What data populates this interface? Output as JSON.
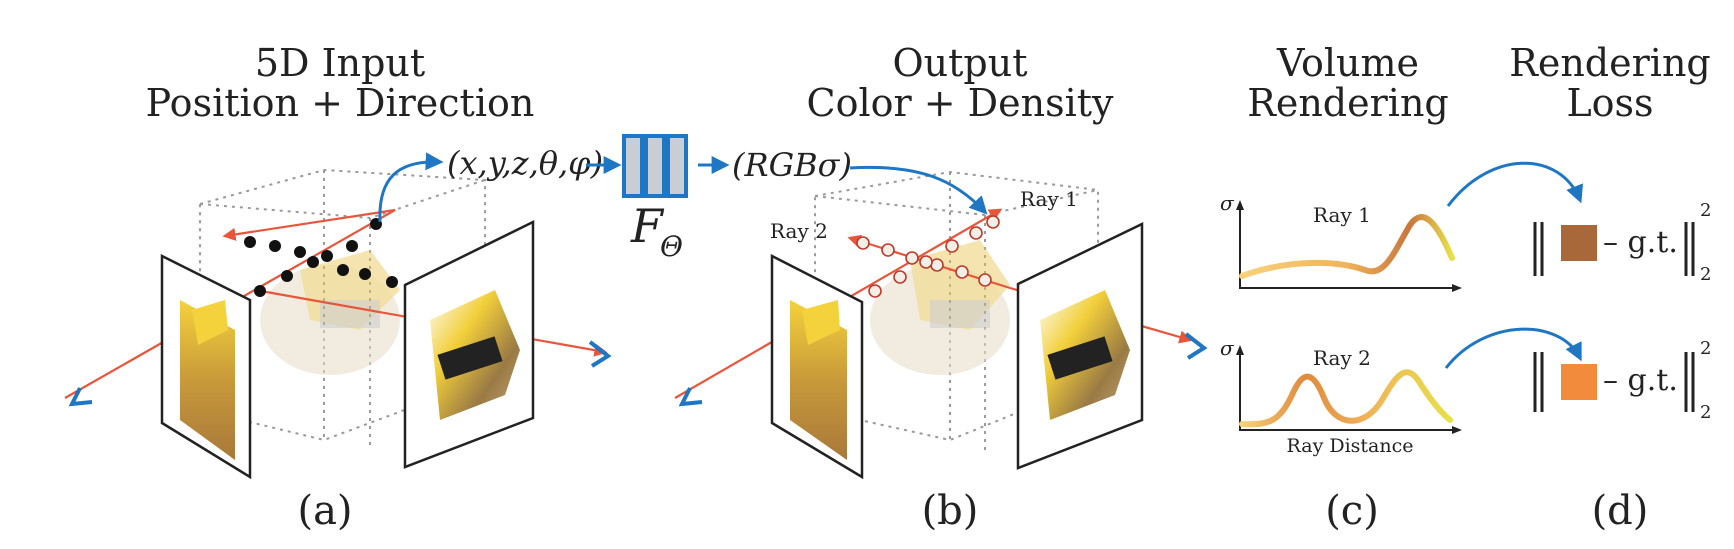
{
  "panels": {
    "a": {
      "title_line1": "5D Input",
      "title_line2": "Position + Direction",
      "caption": "(a)",
      "input_tuple": "(x,y,z,θ,φ)"
    },
    "network": {
      "label": "F",
      "subscript": "Θ"
    },
    "b": {
      "title_line1": "Output",
      "title_line2": "Color + Density",
      "caption": "(b)",
      "output_tuple": "(RGBσ)",
      "ray1_label": "Ray 1",
      "ray2_label": "Ray 2"
    },
    "c": {
      "title_line1": "Volume",
      "title_line2": "Rendering",
      "caption": "(c)",
      "plot1_label": "Ray 1",
      "plot2_label": "Ray 2",
      "y_symbol": "σ",
      "x_axis_label": "Ray Distance"
    },
    "d": {
      "title_line1": "Rendering",
      "title_line2": "Loss",
      "caption": "(d)",
      "gt_text": "– g.t.",
      "norm_sup": "2",
      "norm_sub": "2"
    }
  },
  "colors": {
    "arrow_blue": "#1f77c4",
    "ray_red": "#e8553a",
    "network_fill": "#c9ced6",
    "ray1_swatch": "#a9683a",
    "ray2_swatch": "#f28c3c",
    "curve_start": "#f7d27a",
    "curve_mid": "#e08a3c",
    "curve_end": "#e8e04a"
  },
  "icons": [
    "camera-frustum-icon",
    "excavator-image",
    "network-block-icon",
    "curve-arrow-icon"
  ]
}
